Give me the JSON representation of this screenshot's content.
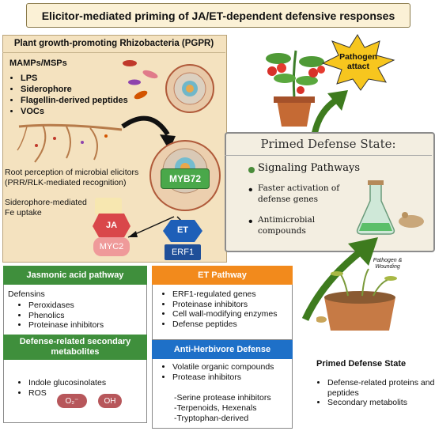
{
  "title": "Elicitor-mediated priming of JA/ET-dependent defensive responses",
  "pgpr": {
    "title": "Plant growth-promoting Rhizobacteria (PGPR)",
    "mamps_heading": "MAMPs/MSPs",
    "mamps": [
      "LPS",
      "Siderophore",
      "Flagellin-derived peptides",
      "VOCs"
    ],
    "root_perception": "Root perception of microbial elicitors (PRR/RLK-mediated recognition)",
    "siderophore_line1": "Siderophore-mediated",
    "siderophore_line2": "Fe uptake"
  },
  "myb72": "MYB72",
  "ja_chip": {
    "top": "JA",
    "bottom": "MYC2"
  },
  "et_chip": {
    "top": "ET",
    "bottom": "ERF1"
  },
  "pathogen_attack": "Pathogen attact",
  "primed_box": {
    "title": "Primed Defense State:",
    "subtitle": "Signaling Pathways",
    "items": [
      "Faster activation of defense genes",
      "Antimicrobial compounds"
    ]
  },
  "ja_pathway": {
    "header": "Jasmonic acid pathway",
    "lead": "Defensins",
    "items": [
      "Peroxidases",
      "Phenolics",
      "Proteinase inhibitors"
    ]
  },
  "secondary": {
    "header": "Defense-related secondary metabolites",
    "items": [
      "Indole glucosinolates",
      "ROS"
    ],
    "ros_badges": [
      "O₂⁻",
      "OH"
    ]
  },
  "et_pathway": {
    "header": "ET Pathway",
    "items": [
      "ERF1-regulated genes",
      "Proteinase inhibitors",
      "Cell wall-modifying enzymes",
      "Defense peptides"
    ]
  },
  "anti_herbivore": {
    "header": "Anti-Herbivore Defense",
    "items": [
      "Volatile organic compounds",
      "Protease inhibitors"
    ],
    "subitems": [
      "-Serine protease inhibitors",
      "-Terpenoids, Hexenals",
      "-Tryptophan-derived"
    ]
  },
  "pot_label": "Pathogen & Wounding",
  "primed_state": {
    "heading": "Primed Defense State",
    "items": [
      "Defense-related proteins and peptides",
      "Secondary metabolits"
    ]
  },
  "colors": {
    "green": "#3f8f3c",
    "orange": "#f28a1c",
    "blue": "#1e70c8",
    "ja_red": "#d9474a",
    "et_blue": "#1e5fb8"
  }
}
